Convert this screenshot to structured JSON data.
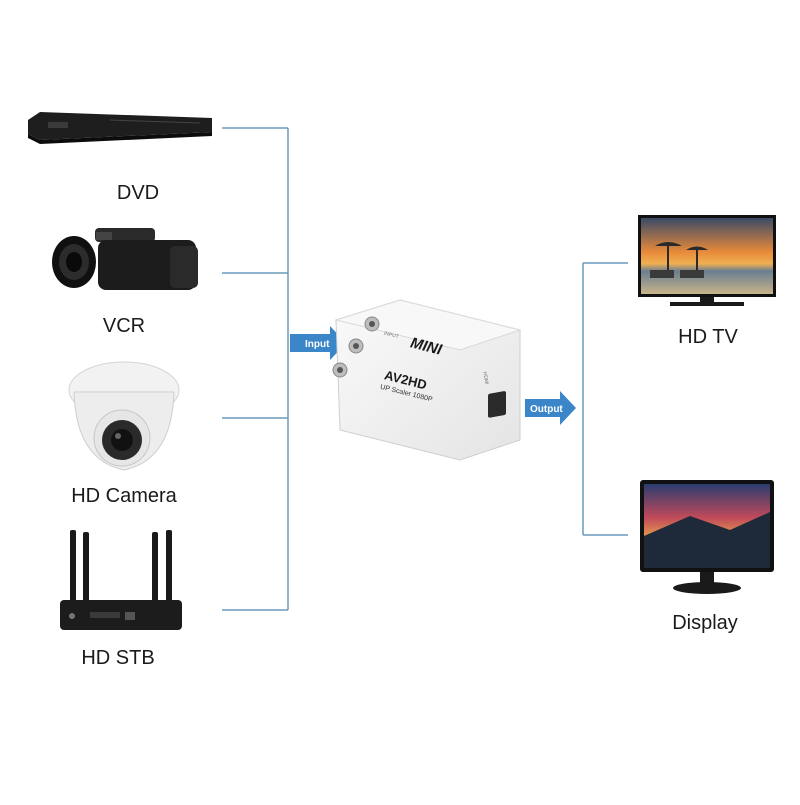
{
  "inputs": {
    "dvd": "DVD",
    "vcr": "VCR",
    "camera": "HD Camera",
    "stb": "HD STB"
  },
  "outputs": {
    "tv": "HD TV",
    "display": "Display"
  },
  "arrows": {
    "input": "Input",
    "output": "Output"
  },
  "device": {
    "brand": "MINI",
    "model": "AV2HD",
    "subtitle": "UP Scaler 1080P",
    "port_left": "INPUT",
    "port_right": "HDMI"
  },
  "colors": {
    "line": "#6a9ab8",
    "arrow": "#3a86c8"
  }
}
